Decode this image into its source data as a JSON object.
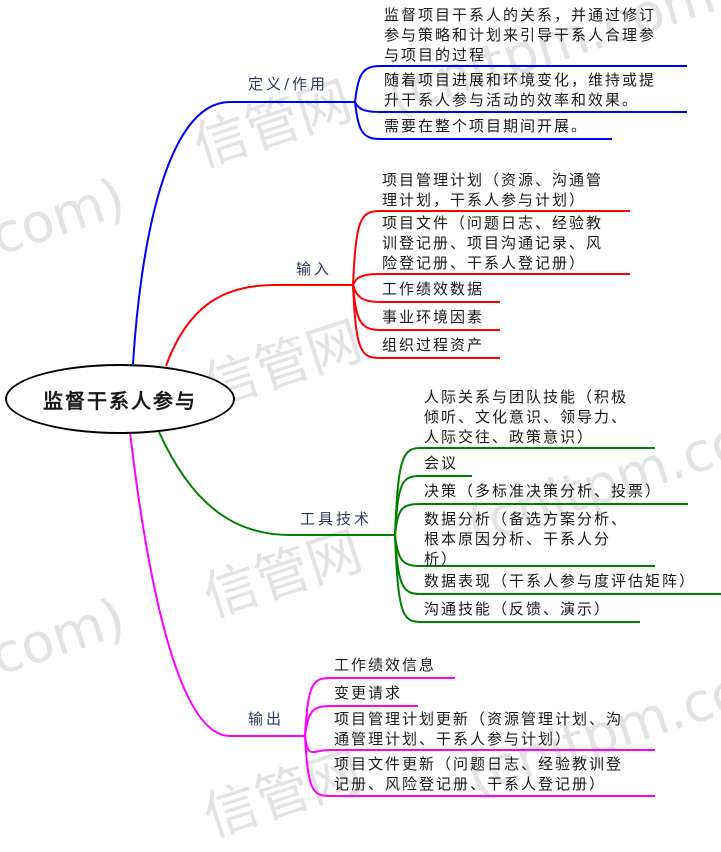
{
  "center": {
    "title": "监督干系人参与"
  },
  "colors": {
    "definition": "#0000ff",
    "input": "#ff0000",
    "tools": "#008000",
    "output": "#ff00ff",
    "center_border": "#000000"
  },
  "watermark": {
    "text1": "信管网",
    "text2": "(cnitpm.com)"
  },
  "branches": {
    "definition": {
      "label": "定义/作用",
      "items": [
        {
          "lines": [
            "监督项目干系人的关系，并通过修订",
            "参与策略和计划来引导干系人合理参",
            "与项目的过程"
          ]
        },
        {
          "lines": [
            "随着项目进展和环境变化，维持或提",
            "升干系人参与活动的效率和效果。"
          ]
        },
        {
          "lines": [
            "需要在整个项目期间开展。"
          ]
        }
      ]
    },
    "input": {
      "label": "输入",
      "items": [
        {
          "lines": [
            "项目管理计划（资源、沟通管",
            "理计划，干系人参与计划）"
          ]
        },
        {
          "lines": [
            "项目文件（问题日志、经验教",
            "训登记册、项目沟通记录、风",
            "险登记册、干系人登记册）"
          ]
        },
        {
          "lines": [
            "工作绩效数据"
          ]
        },
        {
          "lines": [
            "事业环境因素"
          ]
        },
        {
          "lines": [
            "组织过程资产"
          ]
        }
      ]
    },
    "tools": {
      "label": "工具技术",
      "items": [
        {
          "lines": [
            "人际关系与团队技能（积极",
            "倾听、文化意识、领导力、",
            "人际交往、政策意识）"
          ]
        },
        {
          "lines": [
            "会议"
          ]
        },
        {
          "lines": [
            "决策（多标准决策分析、投票）"
          ]
        },
        {
          "lines": [
            "数据分析（备选方案分析、",
            "根本原因分析、干系人分",
            "析）"
          ]
        },
        {
          "lines": [
            "数据表现（干系人参与度评估矩阵）"
          ]
        },
        {
          "lines": [
            "沟通技能（反馈、演示）"
          ]
        }
      ]
    },
    "output": {
      "label": "输出",
      "items": [
        {
          "lines": [
            "工作绩效信息"
          ]
        },
        {
          "lines": [
            "变更请求"
          ]
        },
        {
          "lines": [
            "项目管理计划更新（资源管理计划、沟",
            "通管理计划、干系人参与计划）"
          ]
        },
        {
          "lines": [
            "项目文件更新（问题日志、经验教训登",
            "记册、风险登记册、干系人登记册）"
          ]
        }
      ]
    }
  }
}
